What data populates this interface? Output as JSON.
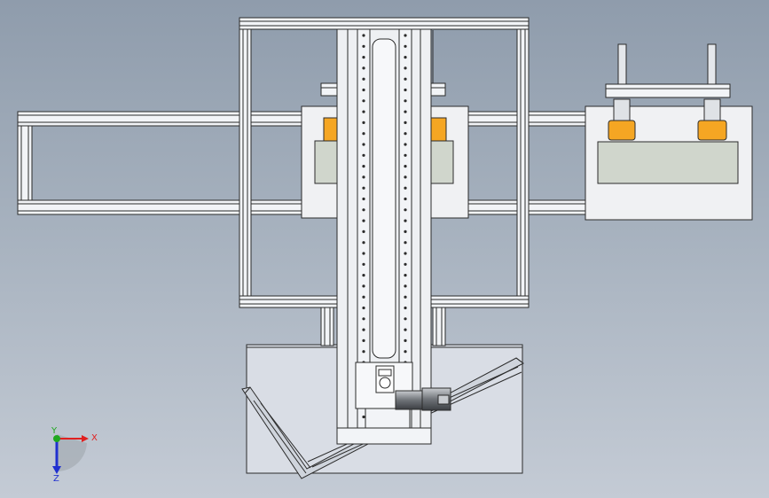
{
  "view": {
    "axes": {
      "x_label": "X",
      "y_label": "Y",
      "z_label": "Z"
    },
    "colors": {
      "line": "#2b2b2b",
      "frame_fill": "#f2f4f7",
      "panel_fill": "#f0f1f3",
      "glass_fill": "#d0d6cc",
      "accent_orange": "#f5a623",
      "base_fill": "#d9dde5",
      "x_axis": "#e02020",
      "y_axis": "#1fa81f",
      "z_axis": "#2030d0"
    }
  }
}
